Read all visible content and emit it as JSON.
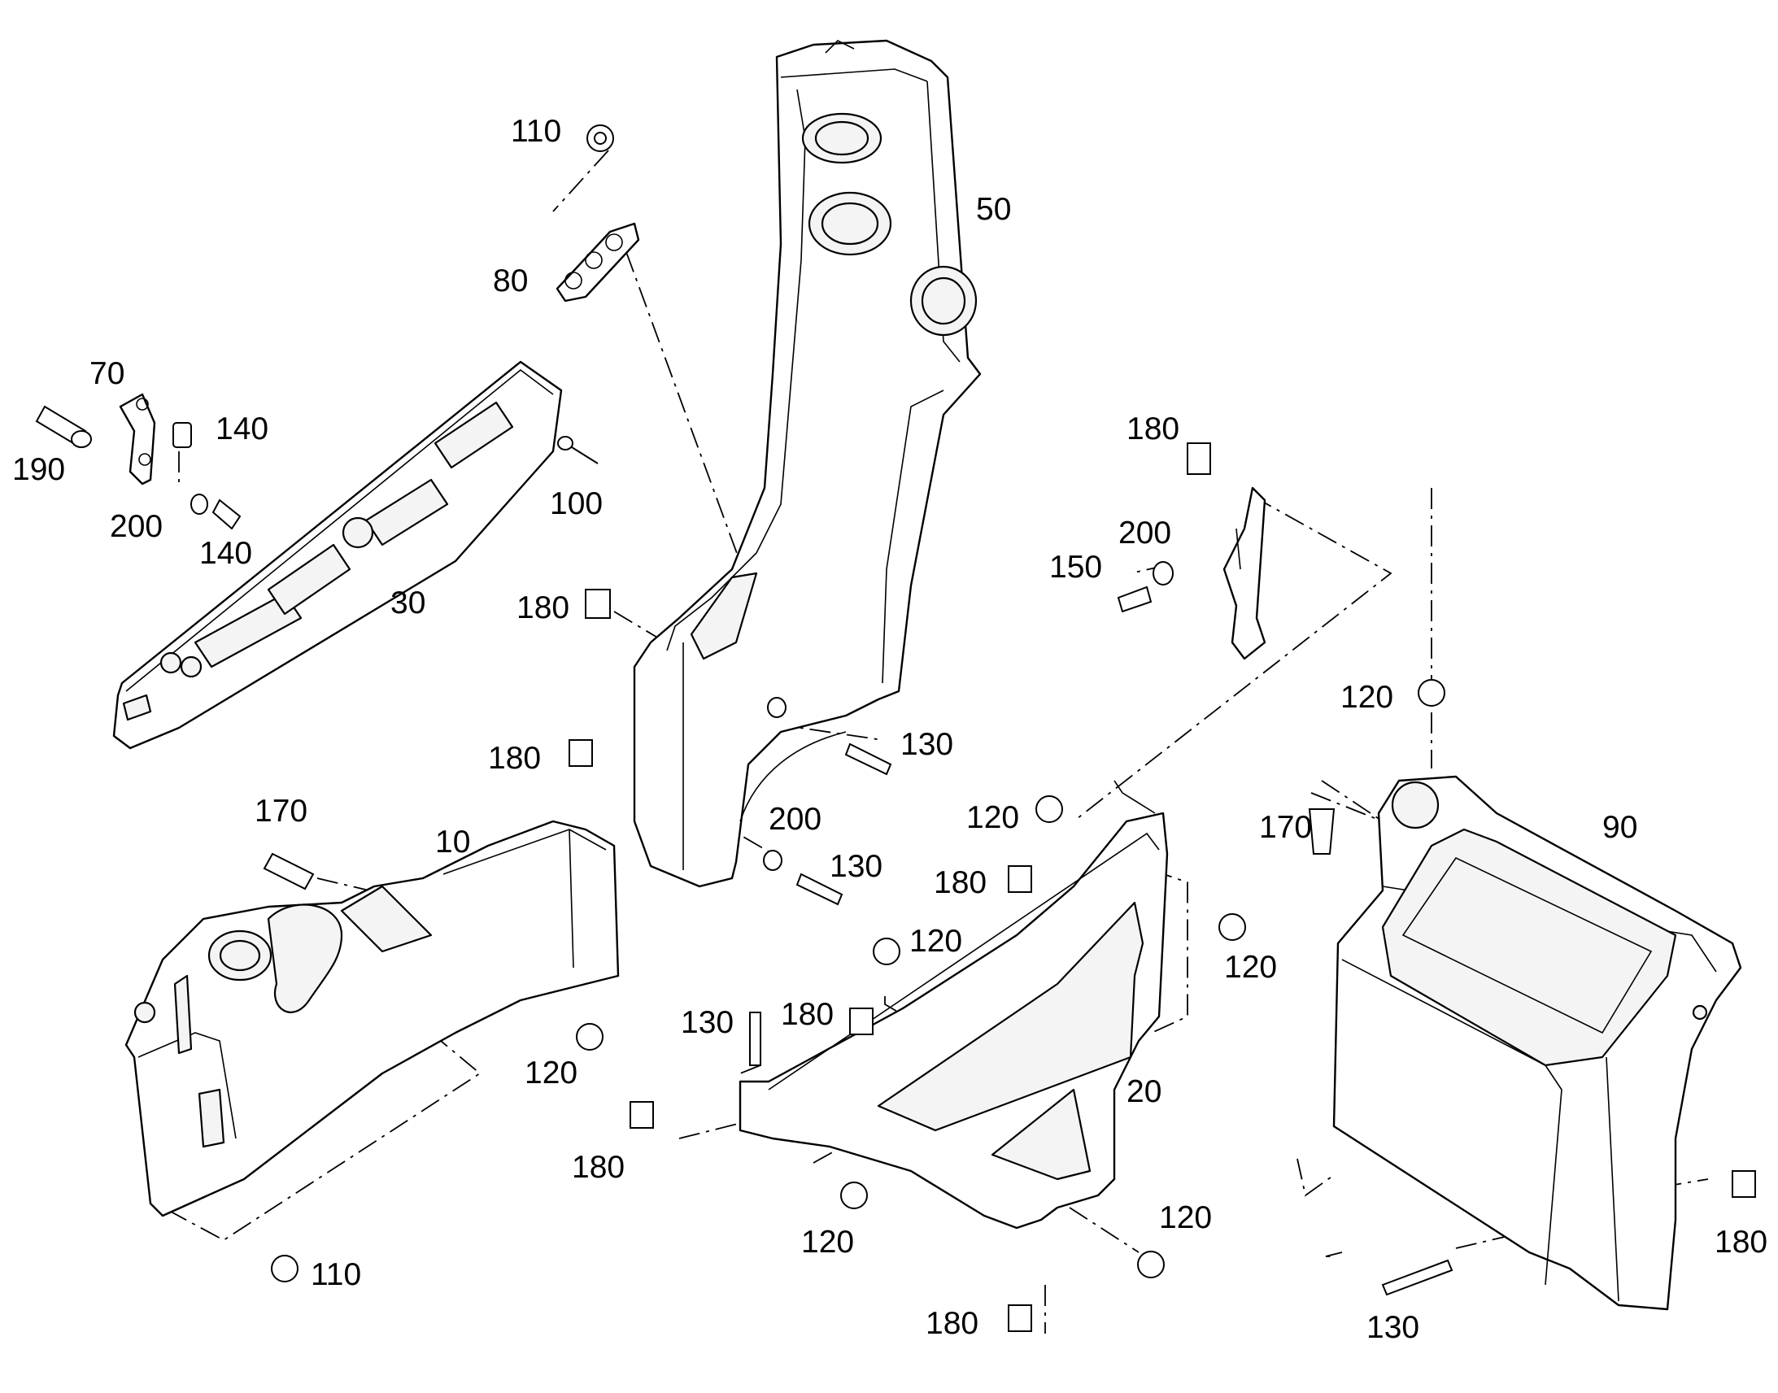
{
  "labels": {
    "l110a": "110",
    "l80": "80",
    "l50": "50",
    "l70": "70",
    "l140a": "140",
    "l190": "190",
    "l200a": "200",
    "l140b": "140",
    "l100": "100",
    "l30": "30",
    "l180a": "180",
    "l180b": "180",
    "l150": "150",
    "l200b": "200",
    "l120a": "120",
    "l130a": "130",
    "l180c": "180",
    "l200c": "200",
    "l130b": "130",
    "l170a": "170",
    "l10": "10",
    "l120b": "120",
    "l180d": "180",
    "l120c": "120",
    "l120d": "120",
    "l170b": "170",
    "l90": "90",
    "l120e": "120",
    "l130c": "130",
    "l180e": "180",
    "l20": "20",
    "l180f": "180",
    "l120f": "120",
    "l120g": "120",
    "l110b": "110",
    "l180g": "180",
    "l180h": "180",
    "l130d": "130"
  }
}
